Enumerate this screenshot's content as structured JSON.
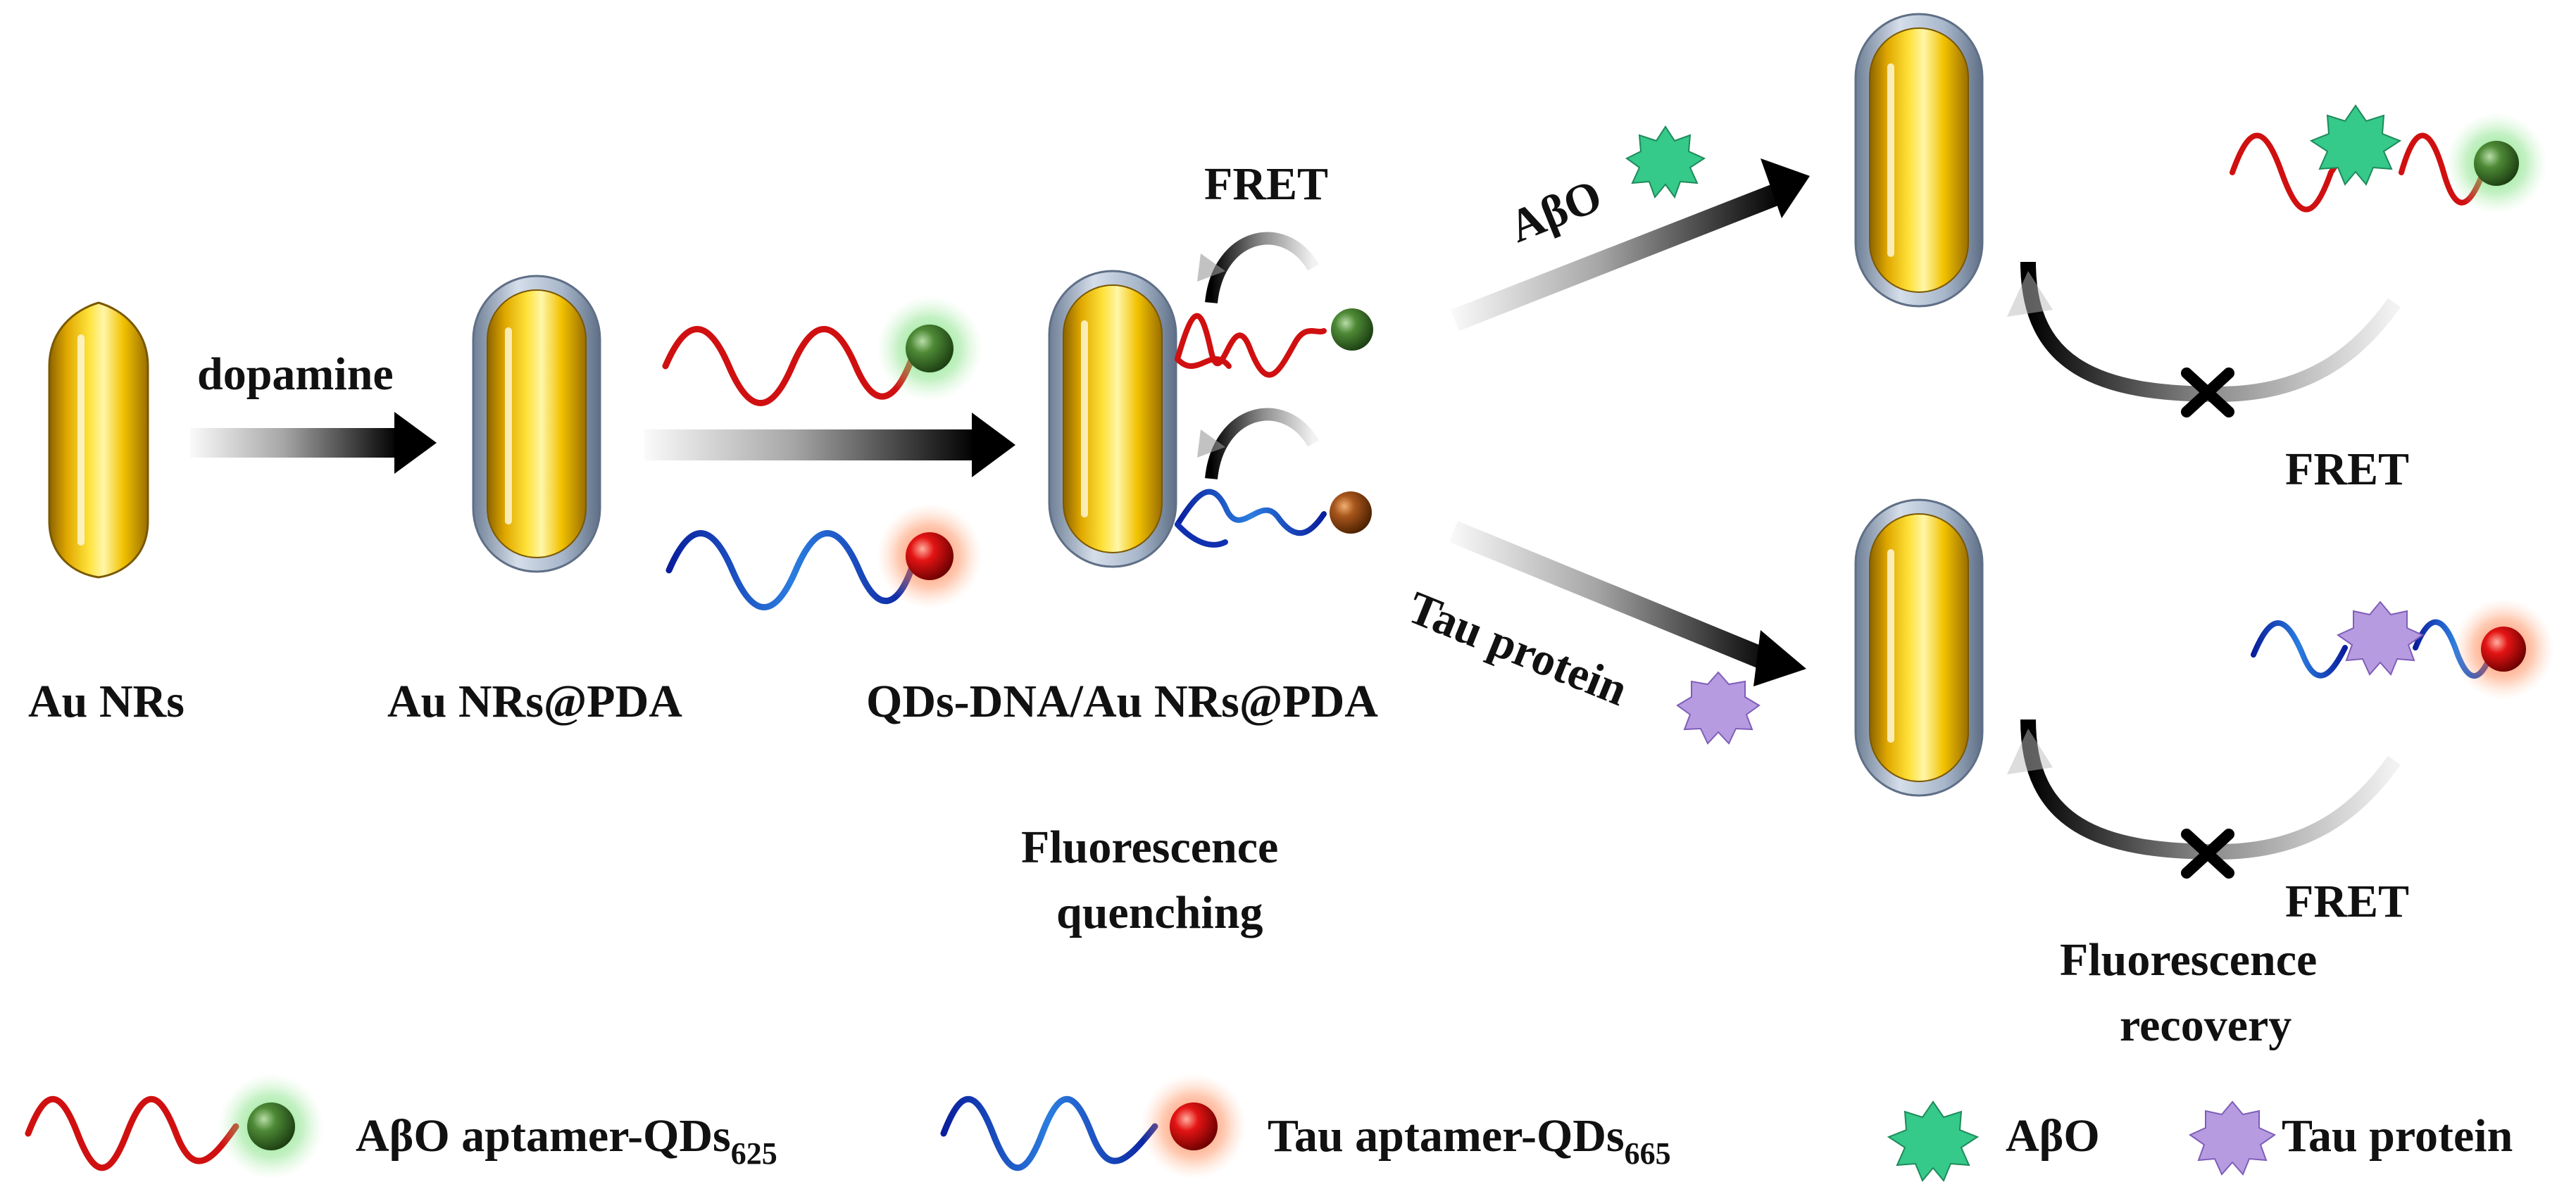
{
  "labels": {
    "au_nrs": "Au NRs",
    "dopamine": "dopamine",
    "au_nrs_pda": "Au NRs@PDA",
    "qds_dna": "QDs-DNA/Au NRs@PDA",
    "fret_top": "FRET",
    "abo_arrow": "AβO",
    "tau_arrow": "Tau protein",
    "fluorescence_quenching_line1": "Fluorescence",
    "fluorescence_quenching_line2": "quenching",
    "fret_right_top": "FRET",
    "fret_right_bottom": "FRET",
    "fluorescence_recovery_line1": "Fluorescence",
    "fluorescence_recovery_line2": "recovery"
  },
  "legend": {
    "abo_aptamer": "AβO aptamer-QDs",
    "abo_aptamer_sub": "625",
    "tau_aptamer": "Tau aptamer-QDs",
    "tau_aptamer_sub": "665",
    "abo": "AβO",
    "tau_protein": "Tau protein"
  },
  "colors": {
    "gold": "#F2C200",
    "pda_shell": "#9FB0C6",
    "abo_strand": "#D01010",
    "tau_strand": "#1030B0",
    "qd625": "#3E7A2A",
    "qd665": "#E01010",
    "quencher_qd": "#A0521D",
    "abo_star": "#35C98A",
    "tau_star": "#B79BE0"
  }
}
